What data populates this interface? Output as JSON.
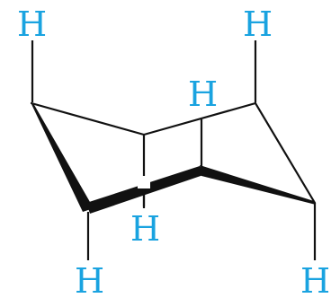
{
  "diagram": {
    "atom_labels": [
      "H",
      "H",
      "H",
      "H",
      "H",
      "H"
    ],
    "colors": {
      "hydrogen_label": "#1aa3e0",
      "bond": "#111111"
    }
  }
}
